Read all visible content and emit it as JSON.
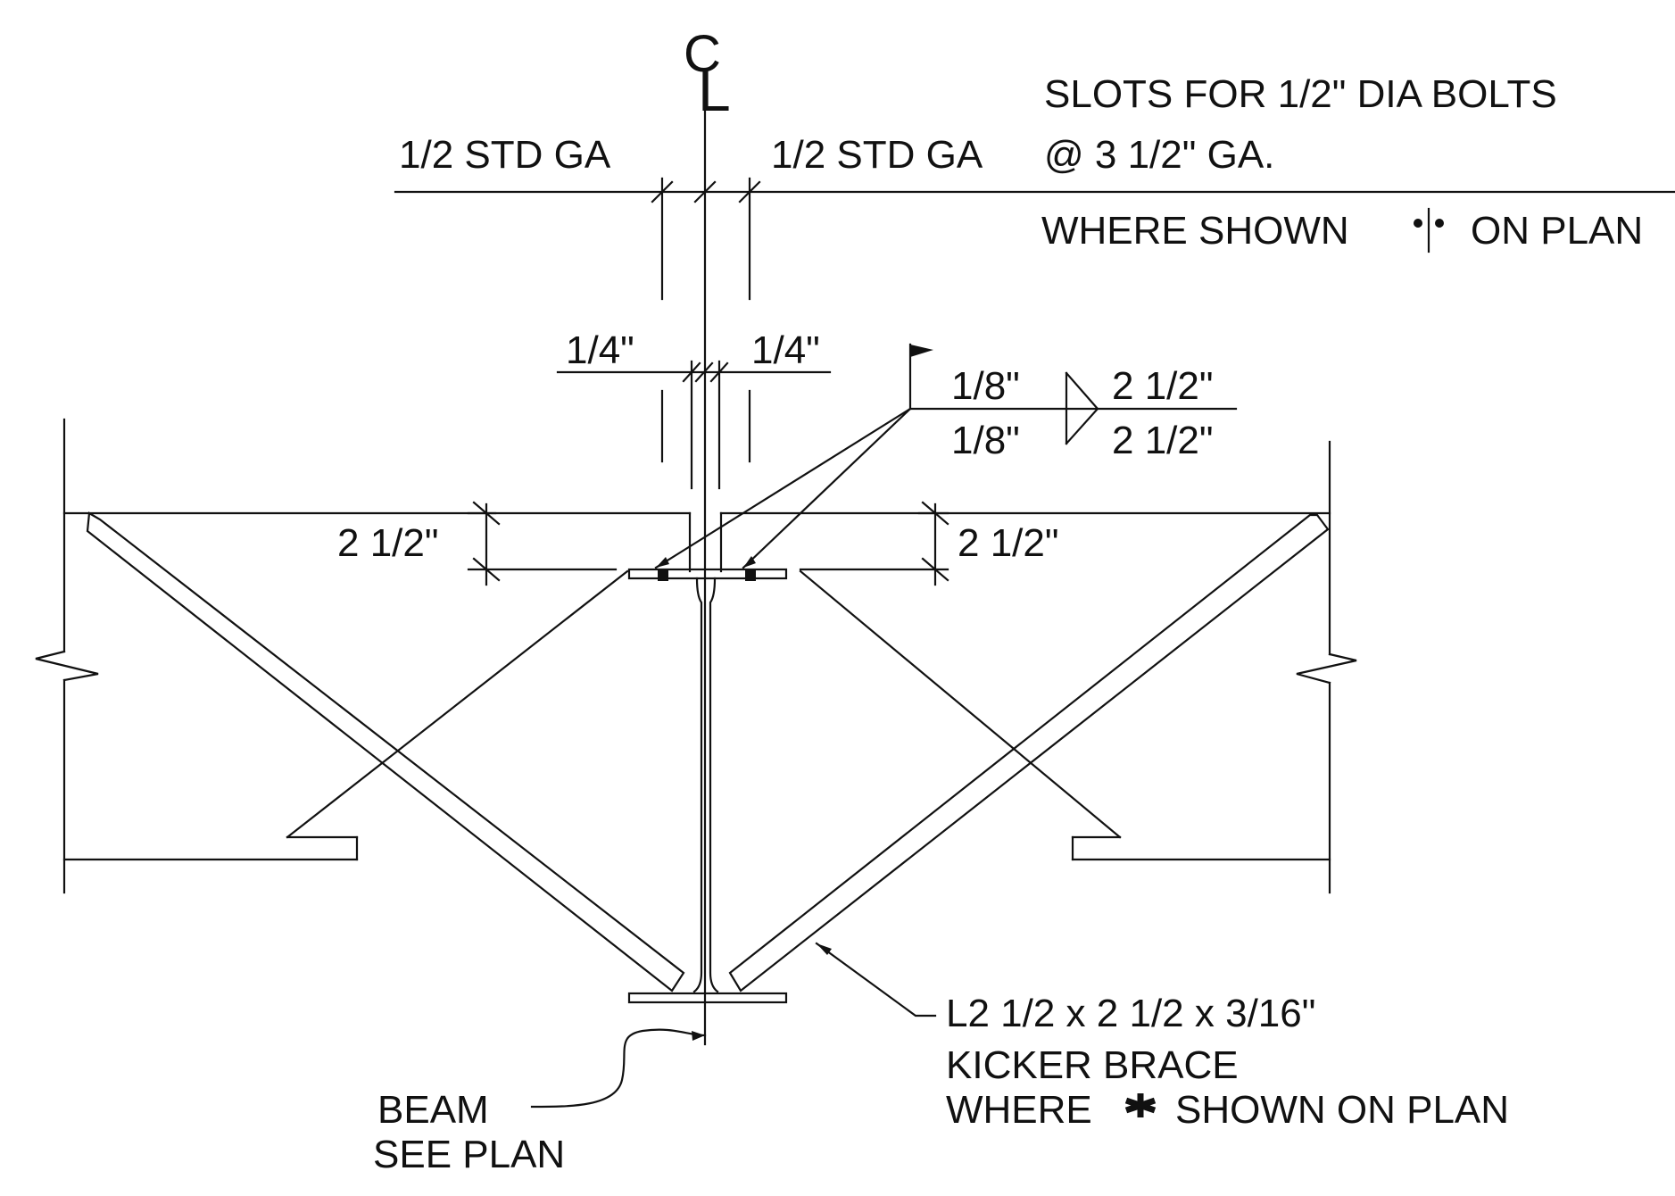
{
  "centerline": {
    "c": "C",
    "l": "L"
  },
  "notes": {
    "gage_left": "1/2 STD GA",
    "gage_right": "1/2 STD GA",
    "slots_line1": "SLOTS FOR 1/2\" DIA BOLTS",
    "slots_line2": "@ 3 1/2\" GA.",
    "where_shown_a": "WHERE SHOWN",
    "where_shown_b": "ON PLAN",
    "offset_left": "1/4\"",
    "offset_right": "1/4\"",
    "weld_size_top": "1/8\"",
    "weld_size_bottom": "1/8\"",
    "weld_length_top": "2 1/2\"",
    "weld_length_bottom": "2 1/2\"",
    "dim_left": "2 1/2\"",
    "dim_right": "2 1/2\"",
    "brace_line1": "L2 1/2 x 2 1/2 x 3/16\"",
    "brace_line2": "KICKER BRACE",
    "brace_line3a": "WHERE",
    "brace_line3b": "SHOWN ON PLAN",
    "beam_line1": "BEAM",
    "beam_line2": "SEE PLAN"
  }
}
